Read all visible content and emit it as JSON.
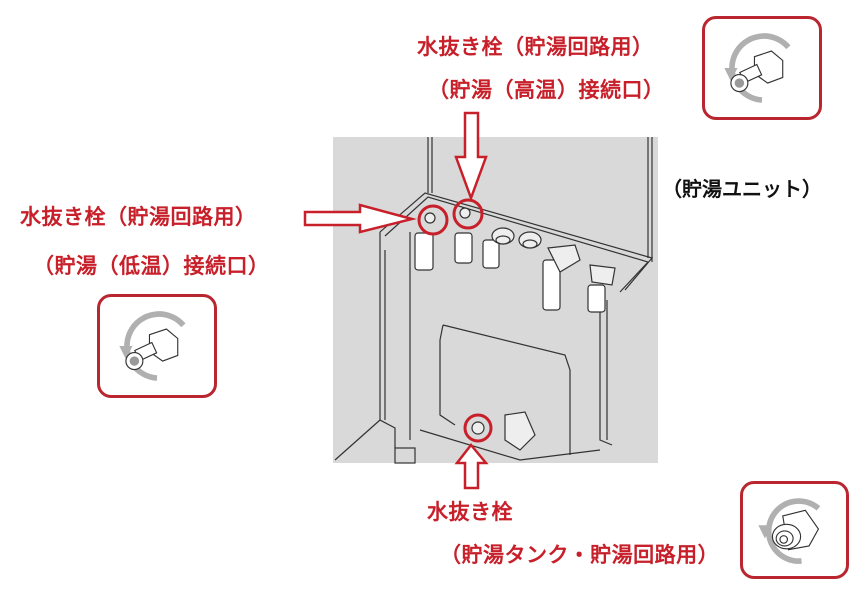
{
  "title": "貯湯ユニット 水抜き栓 位置図",
  "colors": {
    "accent_red": "#c8202a",
    "callout_border": "#b9262f",
    "panel_gray": "#d9d9d9",
    "line_dark": "#333333",
    "rotate_arrow": "#b0b0b0"
  },
  "labels": {
    "top_valve_line1": "水抜き栓（貯湯回路用）",
    "top_valve_line2": "（貯湯（高温）接続口）",
    "left_valve_line1": "水抜き栓（貯湯回路用）",
    "left_valve_line2": "（貯湯（低温）接続口）",
    "bottom_valve_line1": "水抜き栓",
    "bottom_valve_line2": "（貯湯タンク・貯湯回路用）",
    "unit_name": "（貯湯ユニット）"
  },
  "callouts": [
    {
      "id": "high-temp-drain",
      "icon": "drain-plug-rotate-icon",
      "direction": "counterclockwise"
    },
    {
      "id": "low-temp-drain",
      "icon": "drain-plug-rotate-icon",
      "direction": "counterclockwise"
    },
    {
      "id": "tank-drain",
      "icon": "drain-cap-rotate-icon",
      "direction": "counterclockwise"
    }
  ]
}
